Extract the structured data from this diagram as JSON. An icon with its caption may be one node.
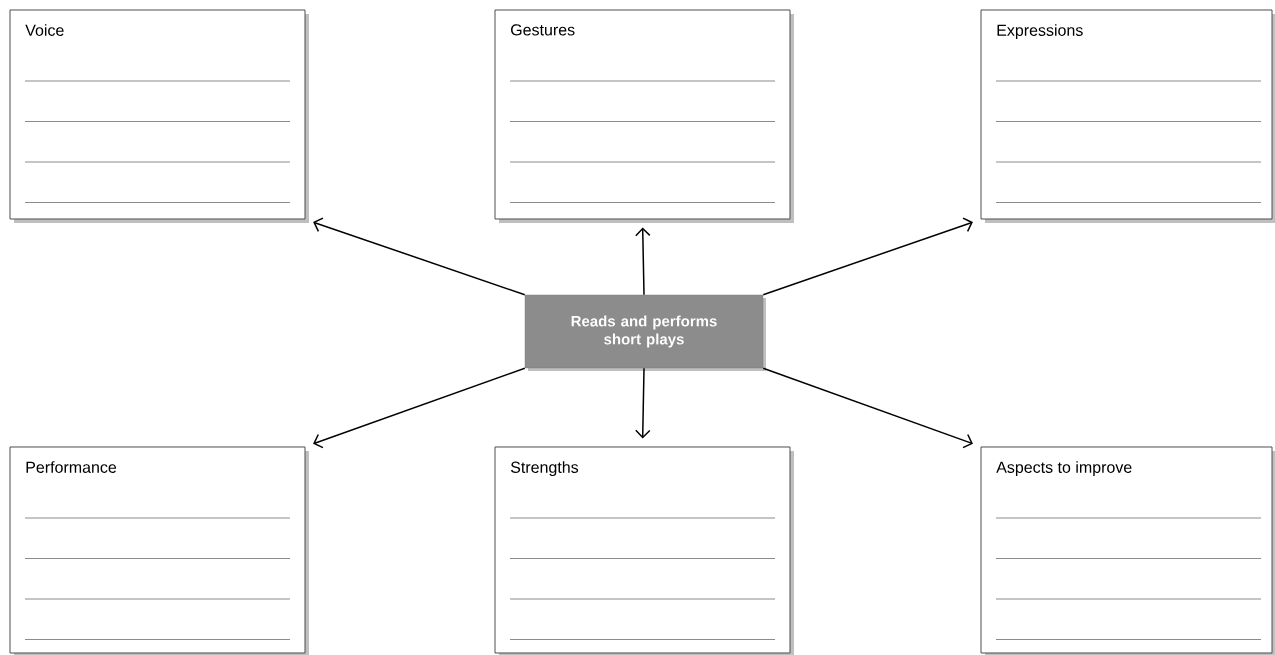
{
  "diagram": {
    "nodes": [
      {
        "text": [
          "Voice"
        ]
      },
      {
        "text": [
          "Gestures"
        ]
      },
      {
        "text": [
          "Expressions"
        ]
      },
      {
        "text": [
          "Reads and performs short plays"
        ]
      },
      {
        "text": [
          "Performance"
        ]
      },
      {
        "text": [
          "Strengths"
        ]
      },
      {
        "text": [
          "Aspects to improve"
        ]
      }
    ],
    "edges": [
      {
        "from": 3,
        "to": 0,
        "arrow": "to"
      },
      {
        "from": 3,
        "to": 1,
        "arrow": "to"
      },
      {
        "from": 3,
        "to": 2,
        "arrow": "to"
      },
      {
        "from": 3,
        "to": 4,
        "arrow": "to"
      },
      {
        "from": 3,
        "to": 5,
        "arrow": "to"
      },
      {
        "from": 3,
        "to": 6,
        "arrow": "to"
      }
    ]
  }
}
